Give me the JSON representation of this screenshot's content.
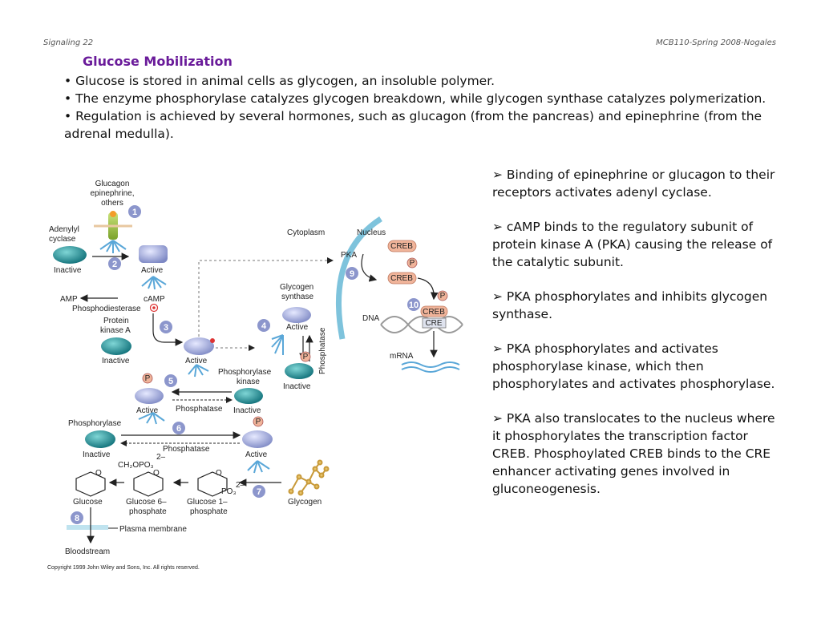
{
  "header": {
    "left": "Signaling 22",
    "right": "MCB110-Spring 2008-Nogales"
  },
  "title": "Glucose Mobilization",
  "bullets": [
    "• Glucose is stored in animal cells as glycogen, an insoluble polymer.",
    "• The enzyme phosphorylase catalyzes glycogen breakdown, while glycogen synthase catalyzes polymerization.",
    "• Regulation is achieved by several hormones, such as glucagon (from the pancreas) and epinephrine (from the adrenal medulla)."
  ],
  "notes": {
    "n1_line1": "➢  Binding of epinephrine or glucagon to their",
    "n1_line2": "receptors activates adenyl cyclase.",
    "n2": "➢ cAMP binds to the regulatory subunit of protein kinase A (PKA) causing the release of the catalytic subunit.",
    "n3": "➢ PKA phosphorylates and inhibits glycogen synthase.",
    "n4": "➢ PKA phosphorylates and activates phosphorylase kinase, which then phosphorylates and activates phosphorylase.",
    "n5": "➢   PKA also translocates to the nucleus where it phosphorylates the transcription factor CREB. Phosphoylated CREB binds to the CRE enhancer activating genes involved in gluconeogenesis."
  },
  "figure": {
    "hormone": [
      "Glucagon",
      "epinephrine,",
      "others"
    ],
    "adenylyl_cyclase": [
      "Adenylyl",
      "cyclase"
    ],
    "inactive": "Inactive",
    "active": "Active",
    "amp": "AMP",
    "camp": "cAMP",
    "phosphodiesterase": "Phosphodiesterase",
    "protein_kinase": [
      "Protein",
      "kinase A"
    ],
    "cytoplasm": "Cytoplasm",
    "nucleus": "Nucleus",
    "pka": "PKA",
    "creb": "CREB",
    "p": "P",
    "glycogen_synthase": [
      "Glycogen",
      "synthase"
    ],
    "phosphatase": "Phosphatase",
    "dna": "DNA",
    "cre": "CRE",
    "mrna": "mRNA",
    "phosphorylase_kinase": [
      "Phosphorylase",
      "kinase"
    ],
    "phosphorylase": "Phosphorylase",
    "glucose": "Glucose",
    "g6p": [
      "Glucose 6–",
      "phosphate"
    ],
    "g1p": [
      "Glucose 1–",
      "phosphate"
    ],
    "glycogen": "Glycogen",
    "ch2opo3": "CH₂OPO₃",
    "po3": "PO₃",
    "charge": "2–",
    "o": "O",
    "plasma_membrane": "Plasma membrane",
    "bloodstream": "Bloodstream",
    "copyright": "Copyright 1999 John Wiley and Sons, Inc. All rights reserved.",
    "steps": [
      "1",
      "2",
      "3",
      "4",
      "5",
      "6",
      "7",
      "8",
      "9",
      "10"
    ]
  },
  "colors": {
    "title": "#6a1b9a",
    "step_badge": "#8c96cc",
    "teal_enzyme": "#1a8c8c",
    "lavender_enzyme": "#9aa3d6",
    "creb": "#f0b49a",
    "arrow": "#222222",
    "nucleus_arc": "#7ec3dc"
  }
}
